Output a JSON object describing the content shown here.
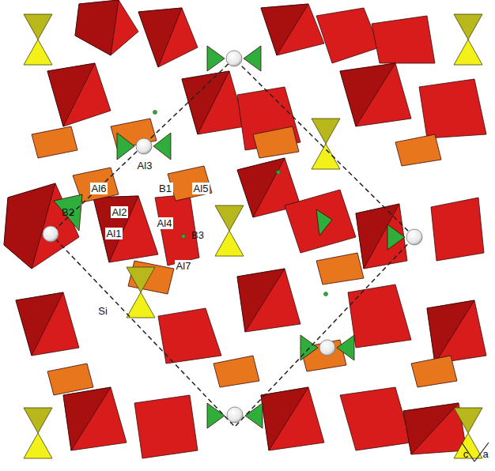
{
  "diagram": {
    "labels": [
      "Al3",
      "Al6",
      "B1",
      "Al5",
      "B2",
      "Al2",
      "Al4",
      "B3",
      "Al1",
      "Al7",
      "Si",
      "c",
      "a"
    ]
  }
}
